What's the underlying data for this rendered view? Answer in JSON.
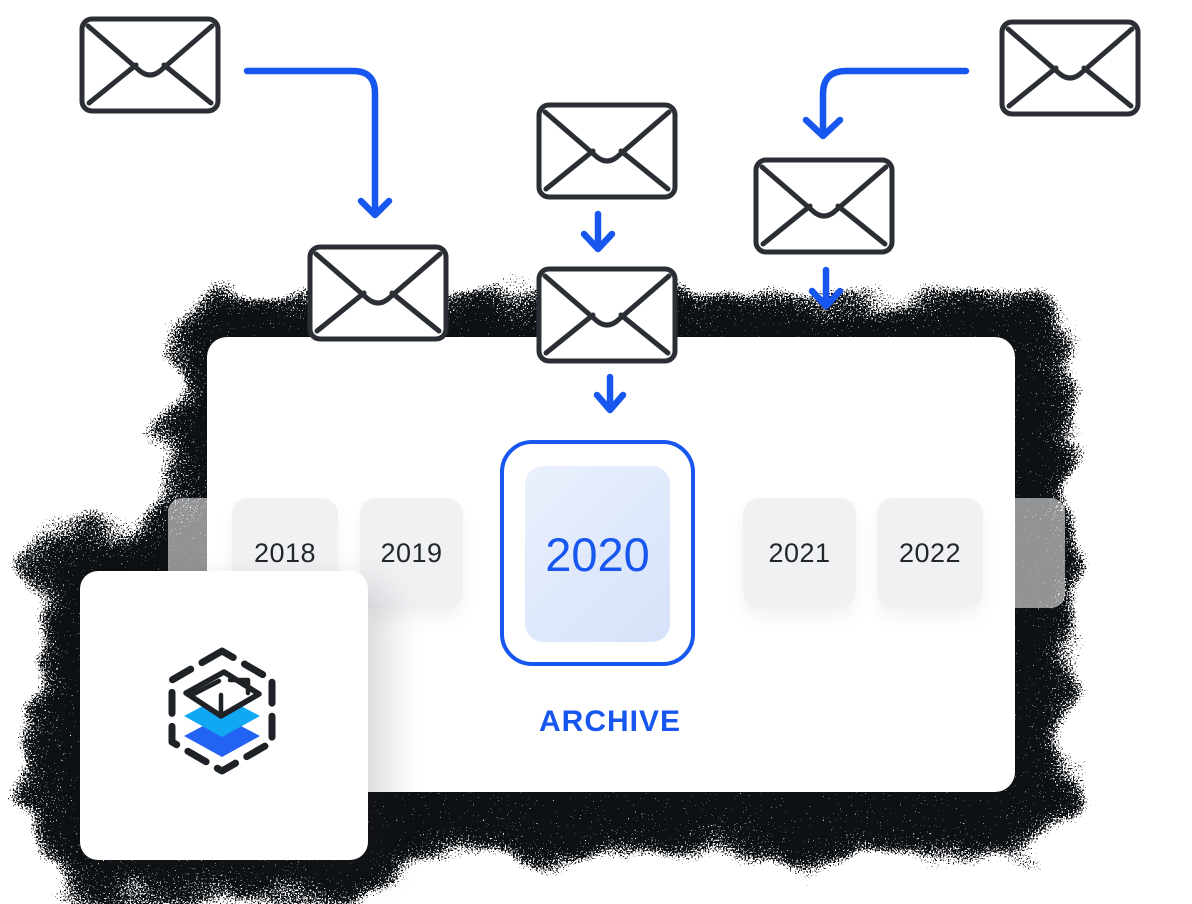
{
  "years": {
    "items": [
      "2018",
      "2019",
      "2020",
      "2021",
      "2022"
    ],
    "selected": "2020"
  },
  "archive": {
    "label": "ARCHIVE"
  },
  "icons": {
    "envelope": "envelope-icon",
    "flow_arrow": "flow-arrow-icon",
    "down_arrow": "down-arrow-icon",
    "logo_hexagon": "dashed-hexagon-icon",
    "logo_envelope": "envelope-3d-icon",
    "logo_layers": "stacked-layers-icon"
  },
  "colors": {
    "accent-blue": "#1757F0",
    "cyan-layer": "#10A8F3",
    "blue-layer": "#2263F3",
    "ink-dark": "#23262B",
    "envelope-stroke": "#2B2F35",
    "year-box-bg": "#F0F1F3",
    "noise-ink": "#0E1114",
    "selected-fill-start": "#EAF0FC",
    "selected-fill-end": "#D6E2FA",
    "card-bg": "#FFFFFF"
  }
}
